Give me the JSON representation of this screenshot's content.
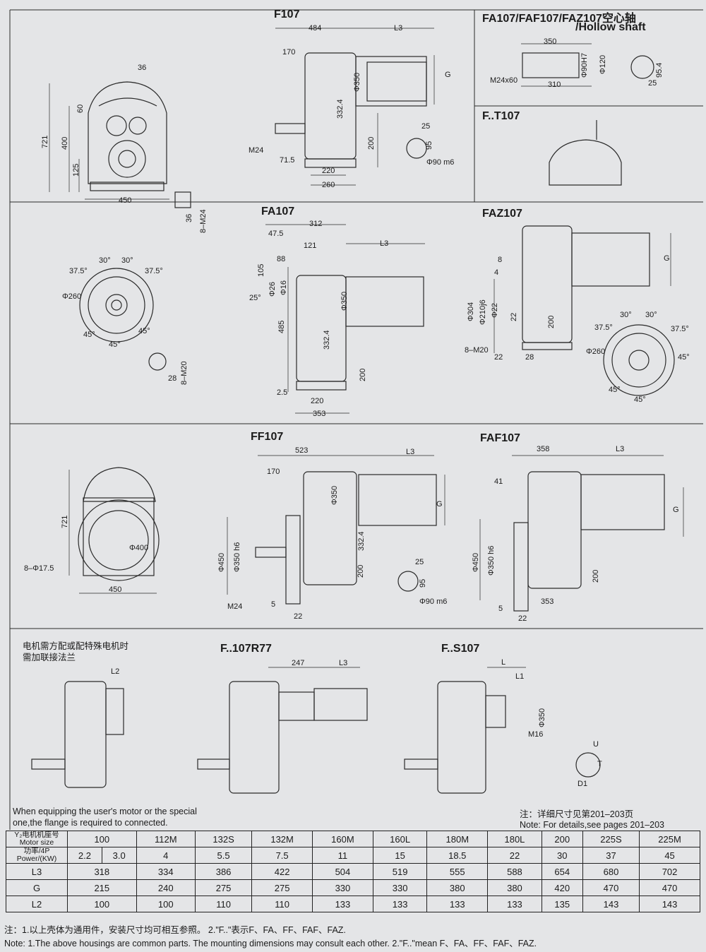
{
  "titles": {
    "f107": "F107",
    "fa107_hollow": "FA107/FAF107/FAZ107空心轴",
    "hollow_shaft": "/Hollow shaft",
    "ft107": "F..T107",
    "fa107": "FA107",
    "faz107": "FAZ107",
    "ff107": "FF107",
    "faf107": "FAF107",
    "f107r77": "F..107R77",
    "fs107": "F..S107"
  },
  "dims": {
    "f107_end": {
      "d36": "36",
      "d721": "721",
      "d400": "400",
      "d60": "60",
      "d125": "125",
      "d450": "450",
      "m24": "8–M24"
    },
    "f107_side": {
      "d484": "484",
      "l3": "L3",
      "d170": "170",
      "phi350": "Φ350",
      "g": "G",
      "d332_4": "332.4",
      "d200": "200",
      "m24": "M24",
      "d71_5": "71.5",
      "d220": "220",
      "d260": "260",
      "d25": "25",
      "d95": "95",
      "phi90": "Φ90 m6"
    },
    "hollow": {
      "d350": "350",
      "phi90h7": "Φ90H7",
      "phi120": "Φ120",
      "m24x60": "M24x60",
      "d310": "310",
      "d95_4": "95.4",
      "d25": "25"
    },
    "fa107_flange": {
      "a30": "30°",
      "a37_5": "37.5°",
      "phi260": "Φ260",
      "a45": "45°",
      "d28": "28",
      "m20": "8–M20"
    },
    "fa107_side": {
      "d312": "312",
      "d47_5": "47.5",
      "d121": "121",
      "l3": "L3",
      "d88": "88",
      "d105": "105",
      "a25": "25°",
      "phi26": "Φ26",
      "phi16": "Φ16",
      "phi350": "Φ350",
      "d485": "485",
      "d332_4": "332.4",
      "d200": "200",
      "d2_5": "2.5",
      "d220": "220",
      "d353": "353"
    },
    "faz107": {
      "g": "G",
      "d8": "8",
      "d4": "4",
      "phi304": "Φ304",
      "phi210j6": "Φ210j6",
      "phi22": "Φ22",
      "d22": "22",
      "d200": "200",
      "m20": "8–M20",
      "d28": "28",
      "a30": "30°",
      "a37_5": "37.5°",
      "phi260": "Φ260",
      "a45": "45°"
    },
    "ff107_end": {
      "d721": "721",
      "phi400": "Φ400",
      "holes": "8–Φ17.5",
      "d450": "450"
    },
    "ff107_side": {
      "d523": "523",
      "l3": "L3",
      "d170": "170",
      "phi350": "Φ350",
      "g": "G",
      "phi450": "Φ450",
      "phi350h6": "Φ350 h6",
      "d332_4": "332.4",
      "d200": "200",
      "m24": "M24",
      "d5": "5",
      "d22": "22",
      "d25": "25",
      "d95": "95",
      "phi90": "Φ90 m6"
    },
    "faf107": {
      "d358": "358",
      "l3": "L3",
      "d41": "41",
      "g": "G",
      "phi450": "Φ450",
      "phi350h6": "Φ350 h6",
      "d200": "200",
      "d5": "5",
      "d353": "353",
      "d22": "22"
    },
    "bottom": {
      "l2": "L2",
      "d247": "247",
      "l3": "L3",
      "l": "L",
      "l1": "L1",
      "phi350": "Φ350",
      "m16": "M16",
      "u": "U",
      "t": "T",
      "d1": "D1"
    }
  },
  "notes": {
    "flange_cn_line1": "电机需方配或配特殊电机时",
    "flange_cn_line2": "需加联接法兰",
    "flange_en_line1": "When equipping the user's motor or the special",
    "flange_en_line2": "one,the flange is required to connected.",
    "details_cn": "注：详细尺寸见第201–203页",
    "details_en": "Note: For details,see pages 201–203"
  },
  "table": {
    "motor_size_header": [
      "Y₂电机机座号",
      "Motor size"
    ],
    "power_header": [
      "功率/4P",
      "Power/(KW)"
    ],
    "motor_sizes": [
      "100",
      "112M",
      "132S",
      "132M",
      "160M",
      "160L",
      "180M",
      "180L",
      "200",
      "225S",
      "225M"
    ],
    "power": [
      "2.2",
      "3.0",
      "4",
      "5.5",
      "7.5",
      "11",
      "15",
      "18.5",
      "22",
      "30",
      "37",
      "45"
    ],
    "l3_label": "L3",
    "l3": [
      "318",
      "334",
      "386",
      "422",
      "504",
      "519",
      "555",
      "588",
      "654",
      "680",
      "702"
    ],
    "g_label": "G",
    "g": [
      "215",
      "240",
      "275",
      "275",
      "330",
      "330",
      "380",
      "380",
      "420",
      "470",
      "470"
    ],
    "l2_label": "L2",
    "l2": [
      "100",
      "100",
      "110",
      "110",
      "133",
      "133",
      "133",
      "133",
      "135",
      "143",
      "143"
    ]
  },
  "footnotes": {
    "cn": "注：1.以上壳体为通用件，安装尺寸均可相互参照。 2.\"F..\"表示F、FA、FF、FAF、FAZ.",
    "en": "Note: 1.The above housings are common parts. The mounting dimensions may consult each other.    2.\"F..\"mean F、FA、FF、FAF、FAZ."
  }
}
